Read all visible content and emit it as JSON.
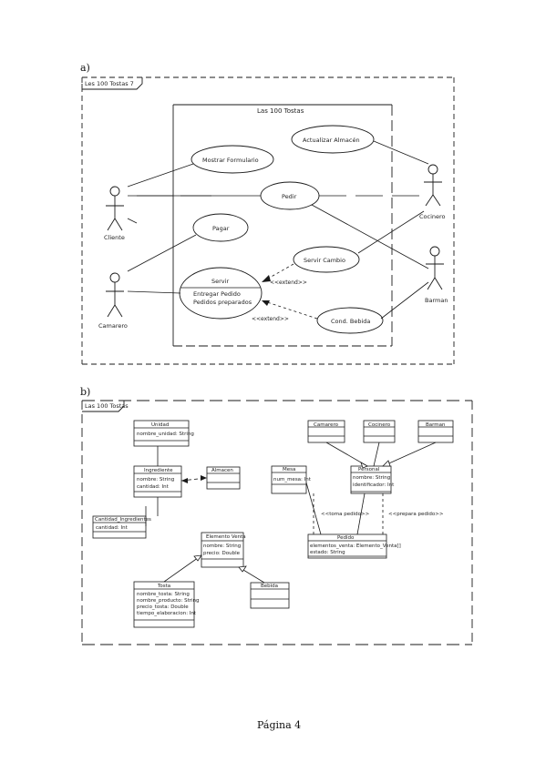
{
  "page": {
    "number_text": "Página 4"
  },
  "section_a": {
    "label": "a)",
    "frame_label": "Les 100 Tostas 7",
    "system_label": "Las 100 Tostas",
    "actors": [
      {
        "id": "cliente",
        "name": "Cliente"
      },
      {
        "id": "camarero",
        "name": "Camarero"
      },
      {
        "id": "cocinero",
        "name": "Cocinero"
      },
      {
        "id": "barman",
        "name": "Barman"
      },
      {
        "id": "cocinero-top",
        "name": ""
      }
    ],
    "use_cases": [
      {
        "id": "actualizar-almacen",
        "name": "Actualizar Almacén"
      },
      {
        "id": "mostrar-formulario",
        "name": "Mostrar Formulario"
      },
      {
        "id": "pedir",
        "name": "Pedir"
      },
      {
        "id": "pagar",
        "name": "Pagar"
      },
      {
        "id": "servir-cambio",
        "name": "Servir Cambio"
      },
      {
        "id": "servir",
        "name": "Servir",
        "lines": [
          "Entregar Pedido",
          "Pedidos preparados"
        ]
      },
      {
        "id": "cond-bebida",
        "name": "Cond. Bebida"
      }
    ],
    "relation_labels": [
      "<<extend>>",
      "<<extend>>"
    ]
  },
  "section_b": {
    "label": "b)",
    "frame_label": "Las 100 Tostas",
    "classes": [
      {
        "id": "unidad",
        "name": "Unidad",
        "attrs": [
          "nombre_unidad: String"
        ]
      },
      {
        "id": "ingrediente",
        "name": "Ingrediente",
        "attrs": [
          "nombre: String",
          "cantidad: Int"
        ]
      },
      {
        "id": "almacen",
        "name": "Almacen",
        "attrs": [
          ""
        ]
      },
      {
        "id": "cantidad-ingredientes",
        "name": "Cantidad_Ingredientes",
        "attrs": [
          "cantidad: Int"
        ]
      },
      {
        "id": "elemento-venta",
        "name": "Elemento Venta",
        "attrs": [
          "nombre: String",
          "precio: Double"
        ]
      },
      {
        "id": "tosta",
        "name": "Tosta",
        "attrs": [
          "nombre_tosta: String",
          "nombre_producto: String",
          "precio_tosta: Double",
          "tiempo_elaboracion: Int"
        ]
      },
      {
        "id": "bebida",
        "name": "Bebida",
        "attrs": [
          ""
        ]
      },
      {
        "id": "camarero-c",
        "name": "Camarero",
        "attrs": [
          ""
        ]
      },
      {
        "id": "cocinero-c",
        "name": "Cocinero",
        "attrs": [
          ""
        ]
      },
      {
        "id": "barman-c",
        "name": "Barman",
        "attrs": [
          ""
        ]
      },
      {
        "id": "mesa",
        "name": "Mesa",
        "attrs": [
          "num_mesa: Int"
        ]
      },
      {
        "id": "personal",
        "name": "Personal",
        "attrs": [
          "nombre: String",
          "identificador: Int"
        ]
      },
      {
        "id": "pedido",
        "name": "Pedido",
        "attrs": [
          "elementos_venta: Elemento_Venta[]",
          "estado: String"
        ]
      }
    ],
    "relation_labels": [
      "<<toma pedido>>",
      "<<prepara pedido>>"
    ]
  },
  "colors": {
    "ink": "#1a1a1a",
    "paper": "#ffffff",
    "faint": "#555555"
  }
}
